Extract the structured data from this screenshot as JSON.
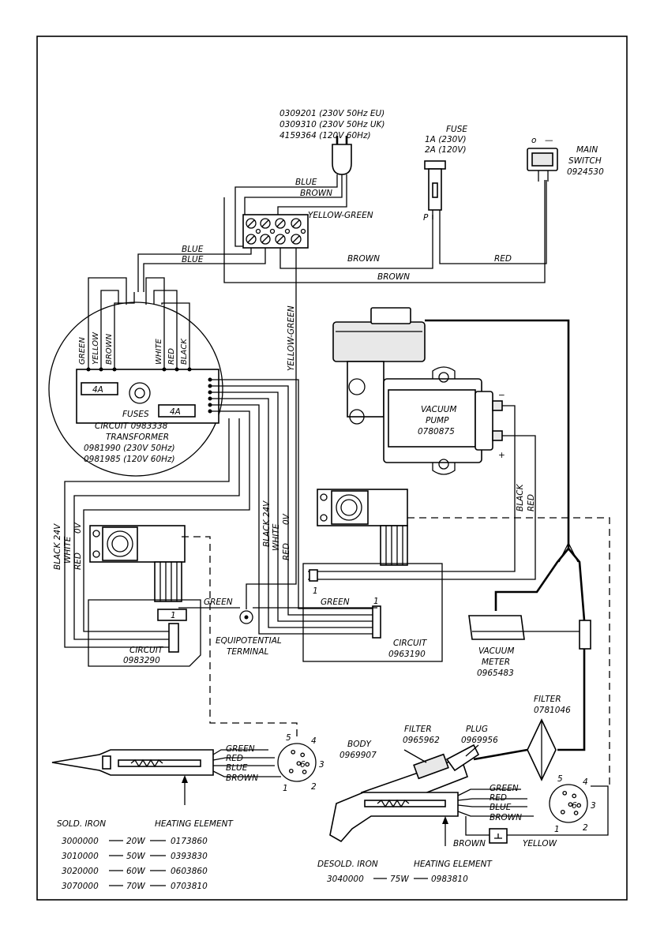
{
  "plug": {
    "line1": "0309201 (230V 50Hz EU)",
    "line2": "0309310 (230V 50Hz UK)",
    "line3": "4159364 (120V 60Hz)"
  },
  "fuse": {
    "title": "FUSE",
    "line1": "1A (230V)",
    "line2": "2A (120V)",
    "pin": "P"
  },
  "switch": {
    "off": "o",
    "on": "—",
    "line1": "MAIN",
    "line2": "SWITCH",
    "line3": "0924530"
  },
  "wires": {
    "blue": "BLUE",
    "brown": "BROWN",
    "yellow_green": "YELLOW-GREEN",
    "red": "RED",
    "green": "GREEN",
    "yellow": "YELLOW",
    "white": "WHITE",
    "black": "BLACK",
    "black_24v": "BLACK 24V",
    "ov": "0V"
  },
  "transformer": {
    "fuse_a": "4A",
    "fuse_b": "4A",
    "fuses": "FUSES",
    "circuit": "CIRCUIT 0983338",
    "title": "TRANSFORMER",
    "line1": "0981990 (230V 50Hz)",
    "line2": "0981985 (120V 60Hz)"
  },
  "pump": {
    "line1": "VACUUM",
    "line2": "PUMP",
    "line3": "0780875",
    "minus": "−",
    "plus": "+"
  },
  "circuit_left": {
    "pin": "1",
    "line1": "CIRCUIT",
    "line2": "0983290"
  },
  "circuit_right": {
    "pin_a": "1",
    "pin_b": "1",
    "line1": "CIRCUIT",
    "line2": "0963190"
  },
  "equipotential": {
    "line1": "EQUIPOTENTIAL",
    "line2": "TERMINAL"
  },
  "vacuum_meter": {
    "line1": "VACUUM",
    "line2": "METER",
    "line3": "0965483"
  },
  "filter_top": {
    "line1": "FILTER",
    "line2": "0781046"
  },
  "filter_small": {
    "line1": "FILTER",
    "line2": "0965962"
  },
  "plug_part": {
    "line1": "PLUG",
    "line2": "0969956"
  },
  "body_part": {
    "line1": "BODY",
    "line2": "0969907"
  },
  "connector_pins": [
    "1",
    "2",
    "3",
    "4",
    "5",
    "6"
  ],
  "solder_iron": {
    "title": "SOLD. IRON",
    "heating": "HEATING ELEMENT",
    "rows": [
      {
        "code": "3000000",
        "power": "20W",
        "part": "0173860"
      },
      {
        "code": "3010000",
        "power": "50W",
        "part": "0393830"
      },
      {
        "code": "3020000",
        "power": "60W",
        "part": "0603860"
      },
      {
        "code": "3070000",
        "power": "70W",
        "part": "0703810"
      }
    ]
  },
  "desolder_iron": {
    "title": "DESOLD. IRON",
    "heating": "HEATING ELEMENT",
    "row": {
      "code": "3040000",
      "power": "75W",
      "part": "0983810"
    }
  }
}
